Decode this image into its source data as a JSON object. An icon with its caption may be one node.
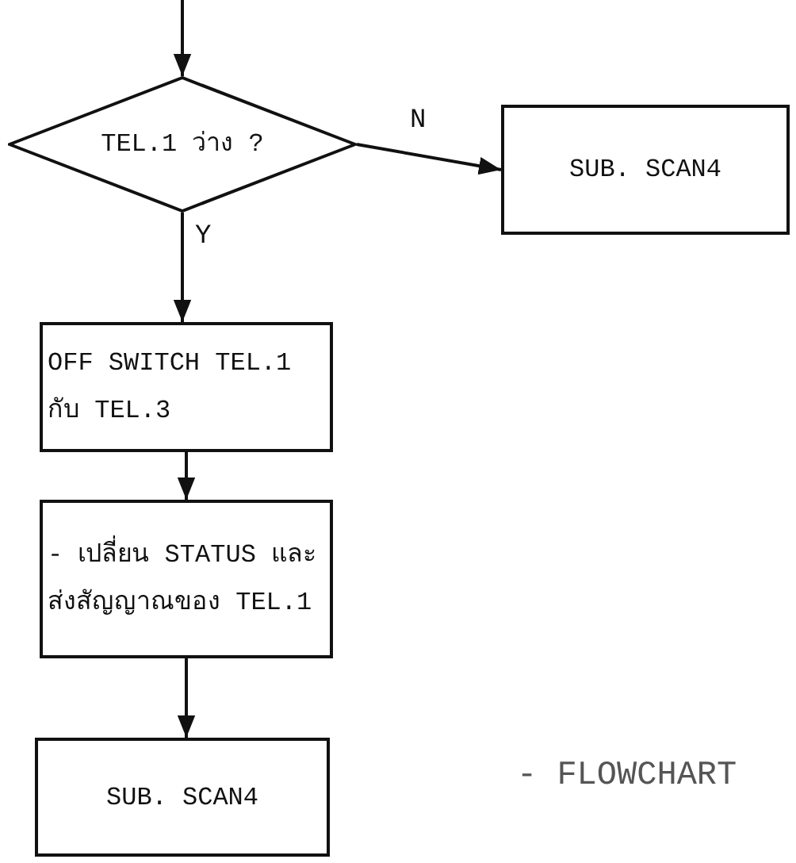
{
  "diagram": {
    "nodes": [
      {
        "text": [
          "TEL.1 ว่าง ?"
        ]
      },
      {
        "text": [
          "SUB. SCAN4"
        ]
      },
      {
        "text": [
          "OFF SWITCH TEL.1 กับ TEL.3"
        ]
      },
      {
        "text": [
          "- เปลี่ยน STATUS และส่งสัญญาณของ TEL.1"
        ]
      },
      {
        "text": [
          "SUB. SCAN4"
        ]
      }
    ],
    "edges": [
      {
        "from": null,
        "to": 0,
        "arrow": "to"
      },
      {
        "from": 0,
        "to": 1,
        "arrow": "to",
        "label": "N"
      },
      {
        "from": 0,
        "to": 2,
        "arrow": "to",
        "label": "Y"
      },
      {
        "from": 2,
        "to": 3,
        "arrow": "to"
      },
      {
        "from": 3,
        "to": 4,
        "arrow": "to"
      }
    ],
    "labels": [
      "- FLOWCHART"
    ]
  }
}
